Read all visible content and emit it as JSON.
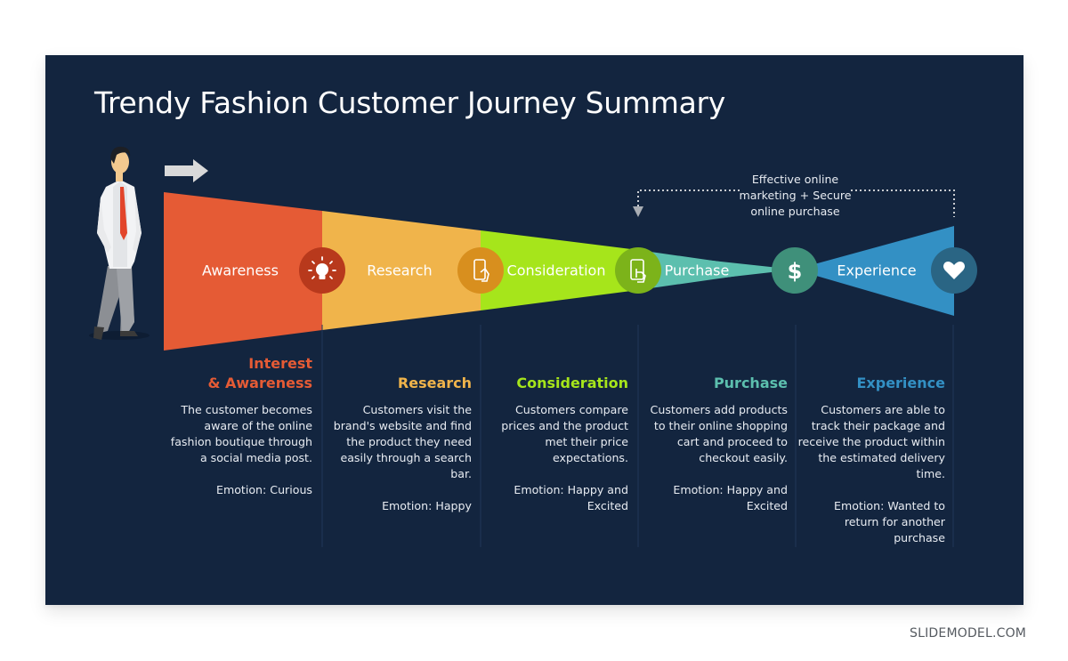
{
  "slide": {
    "title": "Trendy Fashion Customer Journey Summary",
    "background": "#13253f"
  },
  "funnel": {
    "stages": [
      {
        "label": "Awareness",
        "color": "#e55b35",
        "icon": "lightbulb-icon",
        "icon_bg": "#b8391c"
      },
      {
        "label": "Research",
        "color": "#f0b44b",
        "icon": "mobile-phone-hand-icon",
        "icon_bg": "#d88f1e"
      },
      {
        "label": "Consideration",
        "color": "#a6e51b",
        "icon": "touch-phone-icon",
        "icon_bg": "#7cb31a"
      },
      {
        "label": "Purchase",
        "color": "#5cbfae",
        "icon": "dollar-icon",
        "icon_bg": "#3f907a"
      },
      {
        "label": "Experience",
        "color": "#3390c4",
        "icon": "heart-icon",
        "icon_bg": "#2a6584"
      }
    ]
  },
  "loop_note": {
    "lines": [
      "Effective online",
      "marketing + Secure",
      "online purchase"
    ]
  },
  "columns": [
    {
      "heading_lines": [
        "Interest",
        "& Awareness"
      ],
      "color": "#e55b35",
      "desc_lines": [
        "The customer becomes",
        "aware of the online",
        "fashion boutique  through",
        "a social media post."
      ],
      "emotion_lines": [
        "Emotion: Curious"
      ]
    },
    {
      "heading_lines": [
        "Research"
      ],
      "color": "#f0b44b",
      "desc_lines": [
        "Customers visit the",
        "brand's website and find",
        "the product they need",
        "easily through a search",
        "bar."
      ],
      "emotion_lines": [
        "Emotion: Happy"
      ]
    },
    {
      "heading_lines": [
        "Consideration"
      ],
      "color": "#a6e51b",
      "desc_lines": [
        "Customers compare",
        "prices and the product",
        "met their price",
        "expectations."
      ],
      "emotion_lines": [
        "Emotion: Happy and",
        "Excited"
      ]
    },
    {
      "heading_lines": [
        "Purchase"
      ],
      "color": "#5cbfae",
      "desc_lines": [
        "Customers add products",
        "to their online shopping",
        "cart and proceed to",
        "checkout easily."
      ],
      "emotion_lines": [
        "Emotion: Happy and",
        "Excited"
      ]
    },
    {
      "heading_lines": [
        "Experience"
      ],
      "color": "#3390c4",
      "desc_lines": [
        "Customers are able to",
        "track their package and",
        "receive the product within",
        "the estimated delivery",
        "time."
      ],
      "emotion_lines": [
        "Emotion: Wanted to",
        "return for another",
        "purchase"
      ]
    }
  ],
  "watermark": "SLIDEMODEL.COM"
}
